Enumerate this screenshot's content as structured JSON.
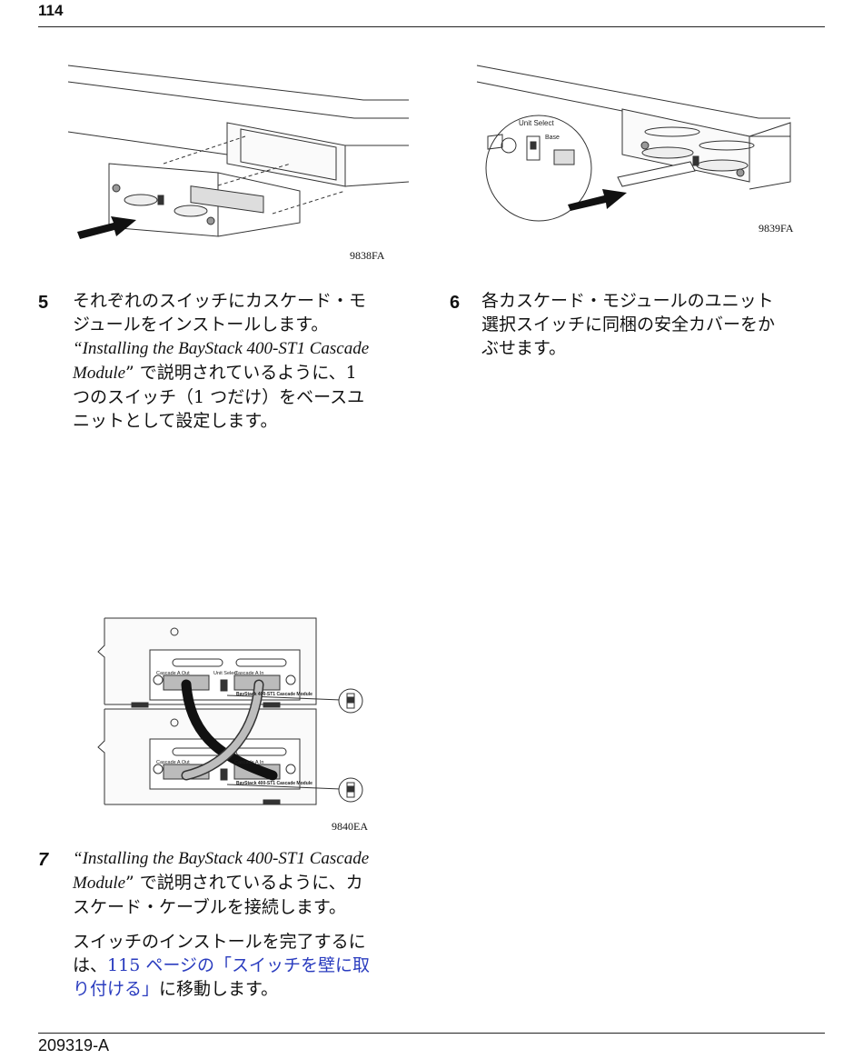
{
  "header": {
    "page_number": "114"
  },
  "footer": {
    "doc_id": "209319-A"
  },
  "figures": {
    "fig1": {
      "label": "9838FA"
    },
    "fig2": {
      "label": "9839FA",
      "switch_title": "Unit Select",
      "switch_base": "Base"
    },
    "fig3": {
      "label": "9840EA",
      "cascade_out": "Cascade A Out",
      "unit_select": "Unit Select",
      "cascade_in": "Cascade A In",
      "module_name": "BayStack 400-ST1 Cascade Module"
    }
  },
  "steps": {
    "step5": {
      "number": "5",
      "line1": "それぞれのスイッチにカスケード・モ",
      "line2": "ジュールをインストールします。",
      "ref_title_a": "“Installing the BayStack 400-ST1 Cascade",
      "ref_title_b": "Module",
      "ref_close": "” で説明されているように、1",
      "line5": "つのスイッチ（1 つだけ）をベースユ",
      "line6": "ニットとして設定します。"
    },
    "step6": {
      "number": "6",
      "line1": "各カスケード・モジュールのユニット",
      "line2": "選択スイッチに同梱の安全カバーをか",
      "line3": "ぶせます。"
    },
    "step7": {
      "number": "7",
      "ref_title_a": "“Installing the BayStack 400-ST1 Cascade",
      "ref_title_b": "Module",
      "ref_close": "” で説明されているように、カ",
      "line3": "スケード・ケーブルを接続します。",
      "p2_line1": "スイッチのインストールを完了するに",
      "p2_line2_a": "は、",
      "p2_link_a": "115 ページの「スイッチを壁に取",
      "p2_link_b": "り付ける」",
      "p2_line3_b": "に移動します。"
    }
  }
}
